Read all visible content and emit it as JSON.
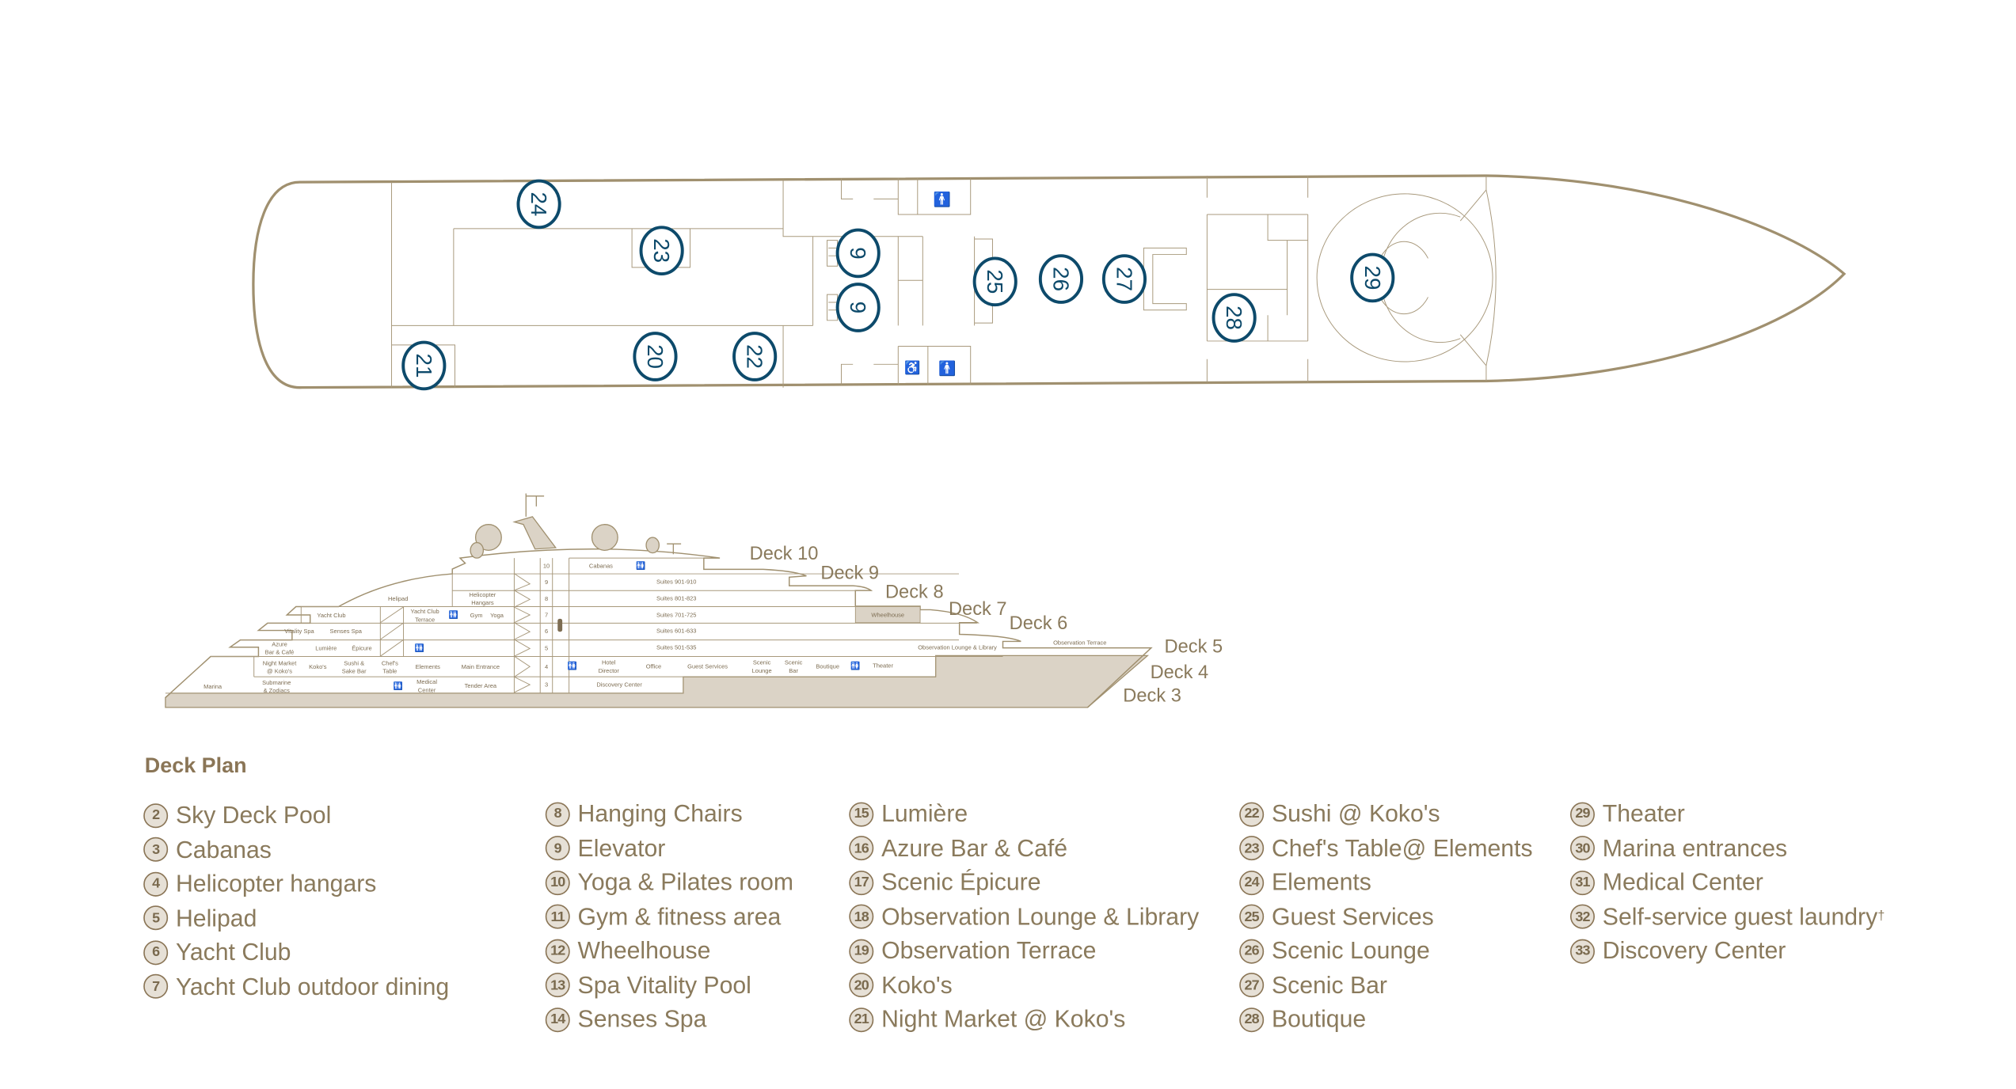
{
  "colors": {
    "outline": "#a0906f",
    "fill": "#dbd3c6",
    "marker": "#0d4a6b",
    "text": "#8a7a5c"
  },
  "plan_markers": [
    "24",
    "23",
    "21",
    "20",
    "22",
    "9",
    "9",
    "25",
    "26",
    "27",
    "28",
    "29"
  ],
  "plan_icons": [
    "person-icon",
    "wheelchair-icon",
    "person-icon"
  ],
  "profile": {
    "deck_labels": [
      "Deck 10",
      "Deck 9",
      "Deck 8",
      "Deck 7",
      "Deck 6",
      "Deck 5",
      "Deck 4",
      "Deck 3"
    ],
    "deck_numbers": [
      "10",
      "9",
      "8",
      "7",
      "6",
      "5",
      "4",
      "3"
    ],
    "rooms": [
      "Helipad",
      "Helicopter\nHangars",
      "Yacht Club",
      "Yacht Club\nTerrace",
      "Gym",
      "Yoga",
      "Vitality Spa",
      "Senses Spa",
      "Azure\nBar & Café",
      "Lumière",
      "Épicure",
      "Night Market\n@ Koko's",
      "Koko's",
      "Sushi &\nSake Bar",
      "Chef's\nTable",
      "Elements",
      "Main Entrance",
      "Marina",
      "Submarine\n& Zodiacs",
      "Medical\nCenter",
      "Tender Area",
      "Cabanas",
      "Suites 901-910",
      "Suites 801-823",
      "Suites 701-725",
      "Suites 601-633",
      "Suites 501-535",
      "Wheelhouse",
      "Observation Lounge & Library",
      "Observation Terrace",
      "Hotel\nDirector",
      "Office",
      "Guest Services",
      "Scenic\nLounge",
      "Scenic\nBar",
      "Boutique",
      "Theater",
      "Discovery Center"
    ]
  },
  "legend": {
    "title": "Deck Plan",
    "columns": [
      [
        {
          "n": "2",
          "label": "Sky Deck Pool"
        },
        {
          "n": "3",
          "label": "Cabanas"
        },
        {
          "n": "4",
          "label": "Helicopter hangars"
        },
        {
          "n": "5",
          "label": "Helipad"
        },
        {
          "n": "6",
          "label": "Yacht Club"
        },
        {
          "n": "7",
          "label": "Yacht Club outdoor dining"
        }
      ],
      [
        {
          "n": "8",
          "label": "Hanging Chairs"
        },
        {
          "n": "9",
          "label": "Elevator"
        },
        {
          "n": "10",
          "label": "Yoga & Pilates room"
        },
        {
          "n": "11",
          "label": "Gym & fitness area"
        },
        {
          "n": "12",
          "label": "Wheelhouse"
        },
        {
          "n": "13",
          "label": "Spa Vitality Pool"
        },
        {
          "n": "14",
          "label": "Senses Spa"
        }
      ],
      [
        {
          "n": "15",
          "label": "Lumière"
        },
        {
          "n": "16",
          "label": "Azure Bar & Café"
        },
        {
          "n": "17",
          "label": "Scenic Épicure"
        },
        {
          "n": "18",
          "label": "Observation Lounge & Library"
        },
        {
          "n": "19",
          "label": "Observation Terrace"
        },
        {
          "n": "20",
          "label": "Koko's"
        },
        {
          "n": "21",
          "label": "Night Market @ Koko's"
        }
      ],
      [
        {
          "n": "22",
          "label": "Sushi @ Koko's"
        },
        {
          "n": "23",
          "label": "Chef's Table@ Elements"
        },
        {
          "n": "24",
          "label": "Elements"
        },
        {
          "n": "25",
          "label": "Guest Services"
        },
        {
          "n": "26",
          "label": "Scenic Lounge"
        },
        {
          "n": "27",
          "label": "Scenic Bar"
        },
        {
          "n": "28",
          "label": "Boutique"
        }
      ],
      [
        {
          "n": "29",
          "label": "Theater"
        },
        {
          "n": "30",
          "label": "Marina entrances"
        },
        {
          "n": "31",
          "label": "Medical Center"
        },
        {
          "n": "32",
          "label": "Self-service guest laundry",
          "note": "†"
        },
        {
          "n": "33",
          "label": "Discovery Center"
        }
      ]
    ]
  }
}
